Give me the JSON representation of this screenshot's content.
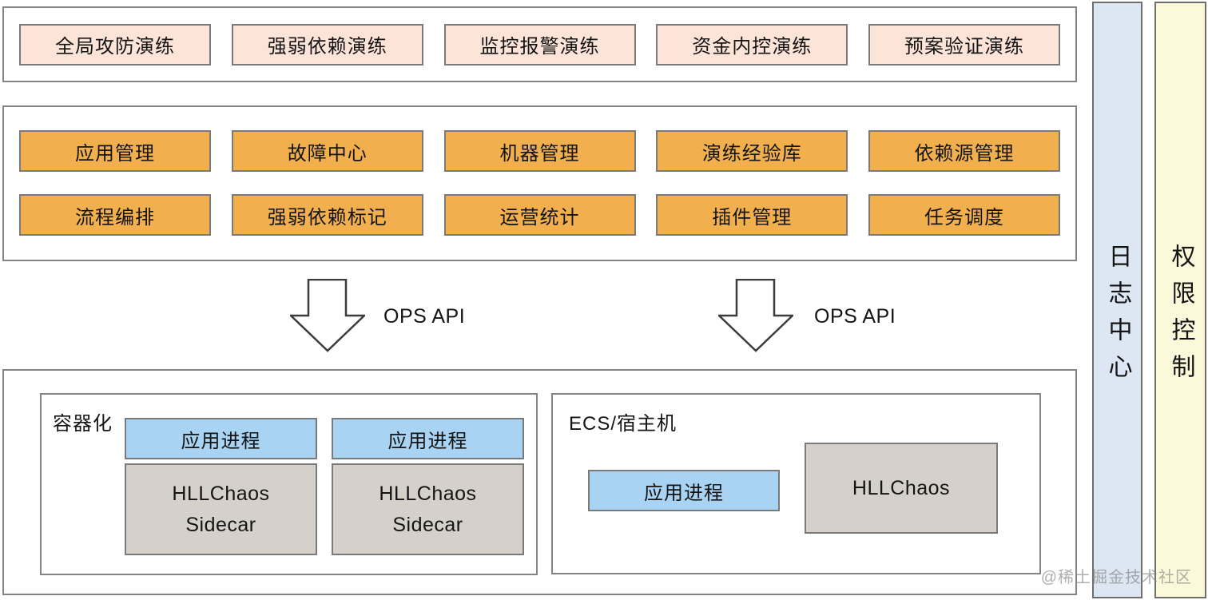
{
  "scenario_layer": {
    "items": [
      "全局攻防演练",
      "强弱依赖演练",
      "监控报警演练",
      "资金内控演练",
      "预案验证演练"
    ]
  },
  "platform_layer": {
    "row1": [
      "应用管理",
      "故障中心",
      "机器管理",
      "演练经验库",
      "依赖源管理"
    ],
    "row2": [
      "流程编排",
      "强弱依赖标记",
      "运营统计",
      "插件管理",
      "任务调度"
    ]
  },
  "ops_api": {
    "left_label": "OPS API",
    "right_label": "OPS API"
  },
  "runtime_layer": {
    "containerized": {
      "title": "容器化",
      "stacks": [
        {
          "process": "应用进程",
          "agent_line1": "HLLChaos",
          "agent_line2": "Sidecar"
        },
        {
          "process": "应用进程",
          "agent_line1": "HLLChaos",
          "agent_line2": "Sidecar"
        }
      ]
    },
    "ecs": {
      "title": "ECS/宿主机",
      "process": "应用进程",
      "agent": "HLLChaos"
    }
  },
  "sidebars": {
    "log_center": "日志中心",
    "permission_control": "权限控制"
  },
  "watermark": "@稀土掘金技术社区",
  "colors": {
    "peach": "#fce5d8",
    "orange": "#f1b04d",
    "process_blue": "#a8d3f2",
    "agent_gray": "#d5d1ca",
    "bar_blue": "#dce7f3",
    "bar_yellow": "#fcf9da",
    "box_border": "#7a7a7a",
    "container_border": "#848484",
    "text": "#141414"
  }
}
